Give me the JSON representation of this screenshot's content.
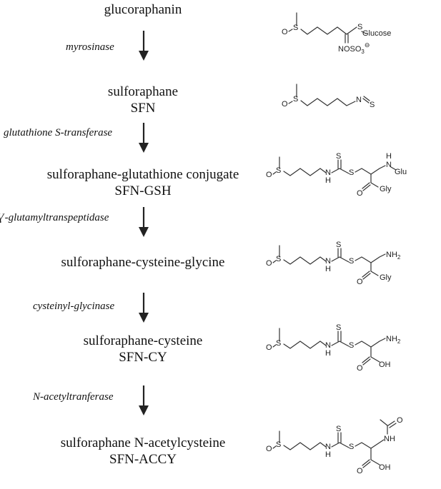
{
  "steps": [
    {
      "compound_name": "glucoraphanin",
      "compound_abbr": "",
      "structure": {
        "atom_sulfoxide_o": "O",
        "atom_sulfoxide_s": "S",
        "atom_thio_s": "S",
        "group_glucose": "Glucose",
        "group_sulfate": "NOSO",
        "sulfate_sub": "3",
        "sulfate_charge": "⊖"
      }
    },
    {
      "enzyme": "myrosinase",
      "compound_name": "sulforaphane",
      "compound_abbr": "SFN",
      "structure": {
        "atom_sulfoxide_o": "O",
        "atom_sulfoxide_s": "S",
        "atom_n": "N",
        "atom_s": "S"
      }
    },
    {
      "enzyme": "glutathione S-transferase",
      "compound_name": "sulforaphane-glutathione conjugate",
      "compound_abbr": "SFN-GSH",
      "structure": {
        "atom_sulfoxide_o": "O",
        "atom_sulfoxide_s": "S",
        "atom_nh_n": "N",
        "atom_nh_h": "H",
        "atom_thione_s": "S",
        "atom_thio_s": "S",
        "group_nglu": "N",
        "group_nglu_h": "H",
        "group_glu": "Glu",
        "atom_carbonyl_o": "O",
        "group_gly": "Gly"
      }
    },
    {
      "enzyme": "Ɣ-glutamyltranspeptidase",
      "compound_name": "sulforaphane-cysteine-glycine",
      "compound_abbr": "",
      "structure": {
        "atom_sulfoxide_o": "O",
        "atom_sulfoxide_s": "S",
        "atom_nh_n": "N",
        "atom_nh_h": "H",
        "atom_thione_s": "S",
        "atom_thio_s": "S",
        "group_nh2": "NH",
        "group_nh2_sub": "2",
        "atom_carbonyl_o": "O",
        "group_gly": "Gly"
      }
    },
    {
      "enzyme": "cysteinyl-glycinase",
      "compound_name": "sulforaphane-cysteine",
      "compound_abbr": "SFN-CY",
      "structure": {
        "atom_sulfoxide_o": "O",
        "atom_sulfoxide_s": "S",
        "atom_nh_n": "N",
        "atom_nh_h": "H",
        "atom_thione_s": "S",
        "atom_thio_s": "S",
        "group_nh2": "NH",
        "group_nh2_sub": "2",
        "atom_carbonyl_o": "O",
        "group_oh": "OH"
      }
    },
    {
      "enzyme": "N-acetyltranferase",
      "compound_name": "sulforaphane N-acetylcysteine",
      "compound_abbr": "SFN-ACCY",
      "structure": {
        "atom_sulfoxide_o": "O",
        "atom_sulfoxide_s": "S",
        "atom_nh_n": "N",
        "atom_nh_h": "H",
        "atom_thione_s": "S",
        "atom_thio_s": "S",
        "atom_acetyl_o": "O",
        "group_nh": "NH",
        "atom_carbonyl_o": "O",
        "group_oh": "OH"
      }
    }
  ]
}
